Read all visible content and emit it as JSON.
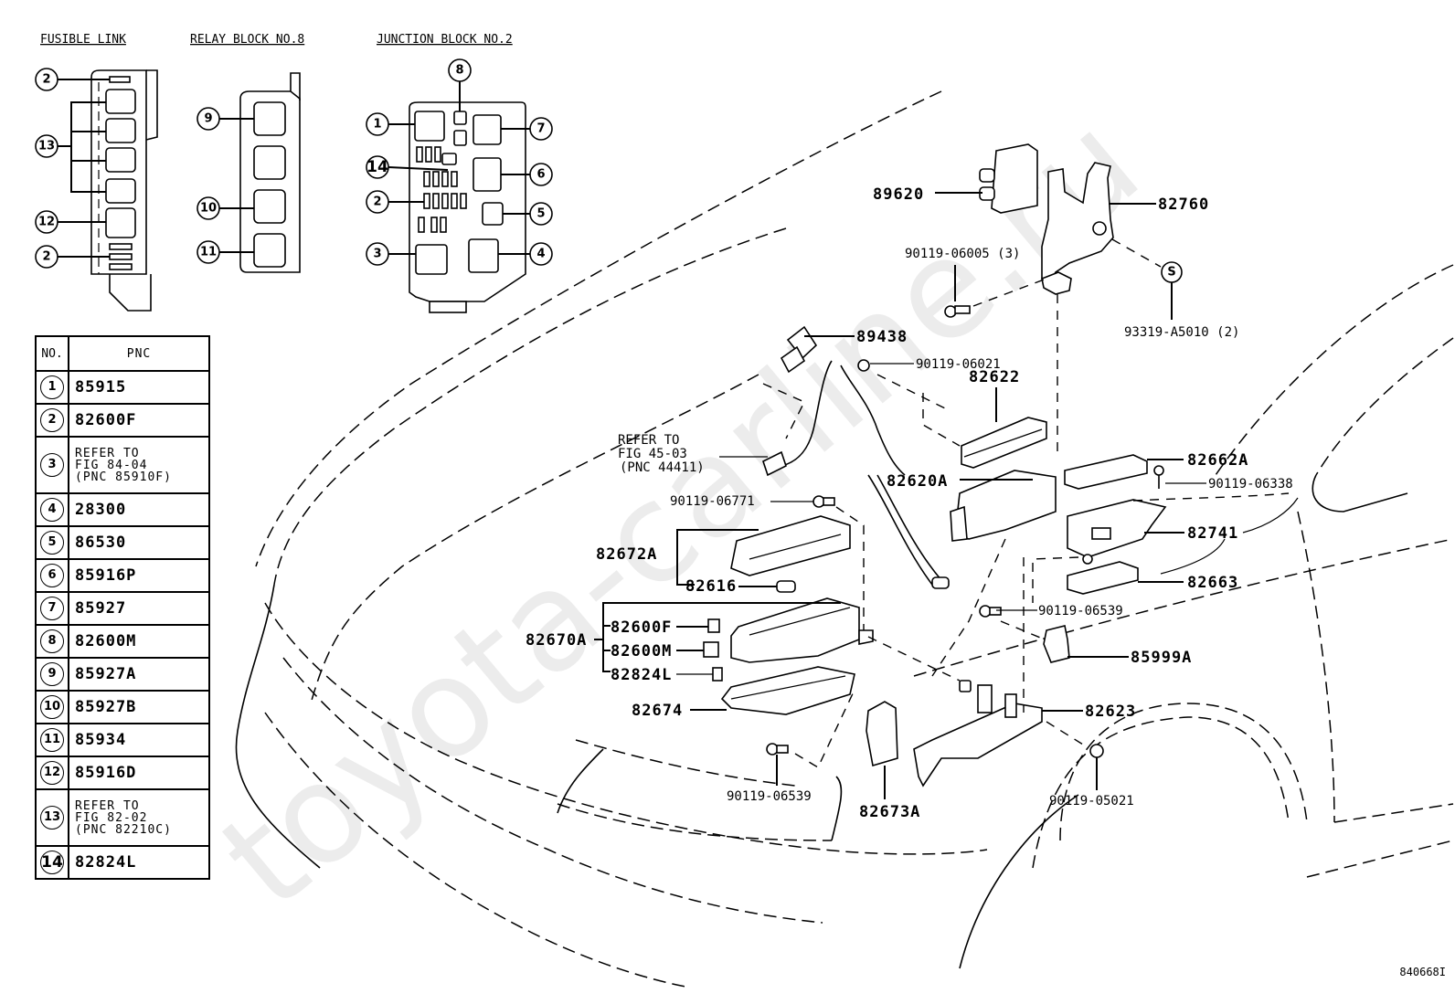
{
  "watermark": "toyota-carline.ru",
  "headers": {
    "fusible_link": "FUSIBLE LINK",
    "relay_block": "RELAY BLOCK NO.8",
    "junction_block": "JUNCTION BLOCK NO.2"
  },
  "fusible_link_callouts": [
    "2",
    "13",
    "12",
    "2"
  ],
  "relay_block_callouts": [
    "9",
    "10",
    "11"
  ],
  "junction_block_callouts": [
    "8",
    "1",
    "7",
    "14",
    "6",
    "2",
    "5",
    "3",
    "4"
  ],
  "legend_table": {
    "col_no": "NO.",
    "col_pnc": "PNC",
    "rows": [
      {
        "no": "1",
        "pnc": "85915"
      },
      {
        "no": "2",
        "pnc": "82600F"
      },
      {
        "no": "3",
        "pnc": "REFER TO\nFIG 84-04\n(PNC 85910F)"
      },
      {
        "no": "4",
        "pnc": "28300"
      },
      {
        "no": "5",
        "pnc": "86530"
      },
      {
        "no": "6",
        "pnc": "85916P"
      },
      {
        "no": "7",
        "pnc": "85927"
      },
      {
        "no": "8",
        "pnc": "82600M"
      },
      {
        "no": "9",
        "pnc": "85927A"
      },
      {
        "no": "10",
        "pnc": "85927B"
      },
      {
        "no": "11",
        "pnc": "85934"
      },
      {
        "no": "12",
        "pnc": "85916D"
      },
      {
        "no": "13",
        "pnc": "REFER TO\nFIG 82-02\n(PNC 82210C)"
      },
      {
        "no": "14",
        "pnc": "82824L"
      }
    ]
  },
  "part_labels": {
    "p89620": "89620",
    "p82760": "82760",
    "p90119_06005": "90119-06005 (3)",
    "p93319": "93319-A5010 (2)",
    "s_mark": "S",
    "p89438": "89438",
    "p90119_06021": "90119-06021",
    "p82622": "82622",
    "refer_line1": "REFER TO",
    "refer_line2": "FIG 45-03",
    "refer_line3": "(PNC 44411)",
    "p82620A": "82620A",
    "p82662A": "82662A",
    "p90119_06338": "90119-06338",
    "p90119_06771": "90119-06771",
    "p82741": "82741",
    "p82672A": "82672A",
    "p82616": "82616",
    "p82663": "82663",
    "p90119_06539a": "90119-06539",
    "p82600F": "82600F",
    "p82670A": "82670A",
    "p82600M": "82600M",
    "p85999A": "85999A",
    "p82824L": "82824L",
    "p82674": "82674",
    "p82623": "82623",
    "p90119_06539b": "90119-06539",
    "p82673A": "82673A",
    "p90119_05021": "90119-05021"
  },
  "figure_code": "840668I"
}
